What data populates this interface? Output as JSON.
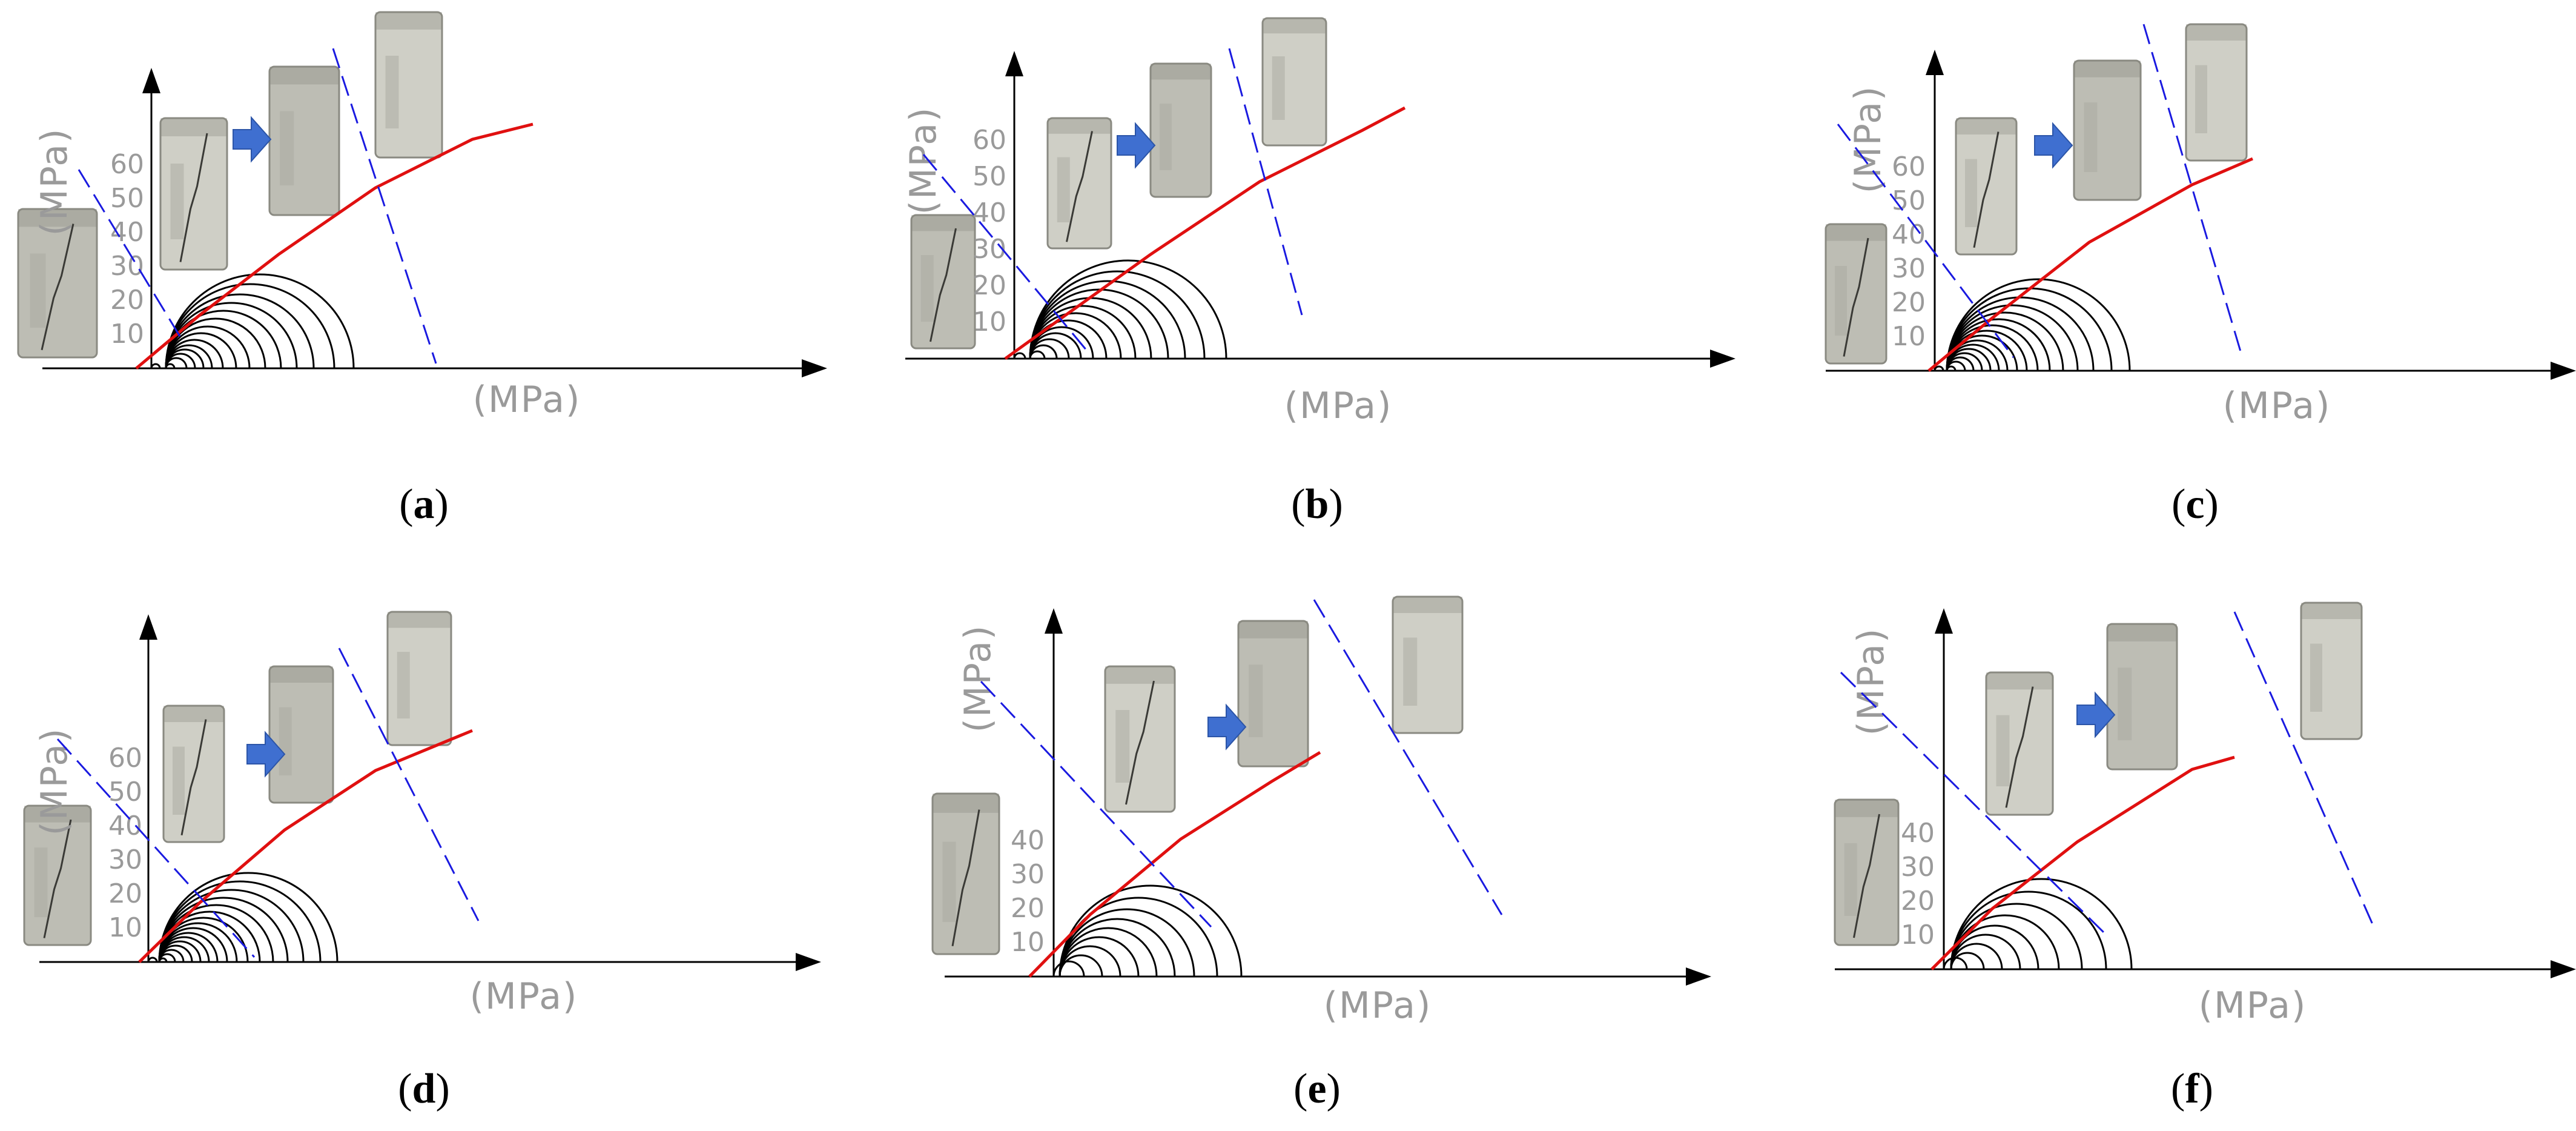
{
  "panels": [
    {
      "id": "a",
      "caption_letter": "a",
      "y_axis_label": "(MPa)",
      "x_axis_label": "(MPa)",
      "y_ticks": [
        "10",
        "20",
        "30",
        "40",
        "50",
        "60"
      ],
      "circles": [
        [
          0,
          14
        ],
        [
          24,
          38
        ],
        [
          24,
          58
        ],
        [
          24,
          72
        ],
        [
          24,
          86
        ],
        [
          24,
          100
        ],
        [
          24,
          118
        ],
        [
          24,
          140
        ],
        [
          24,
          162
        ],
        [
          24,
          188
        ],
        [
          24,
          214
        ],
        [
          24,
          240
        ],
        [
          24,
          268
        ],
        [
          24,
          302
        ],
        [
          24,
          334
        ]
      ]
    },
    {
      "id": "b",
      "caption_letter": "b",
      "y_axis_label": "(MPa)",
      "x_axis_label": "(MPa)",
      "y_ticks": [
        "10",
        "20",
        "30",
        "40",
        "50",
        "60"
      ],
      "circles": [
        [
          0,
          18
        ],
        [
          26,
          50
        ],
        [
          26,
          70
        ],
        [
          26,
          90
        ],
        [
          26,
          110
        ],
        [
          26,
          130
        ],
        [
          26,
          152
        ],
        [
          26,
          176
        ],
        [
          26,
          200
        ],
        [
          26,
          226
        ],
        [
          26,
          254
        ],
        [
          26,
          282
        ],
        [
          26,
          314
        ],
        [
          26,
          350
        ]
      ]
    },
    {
      "id": "c",
      "caption_letter": "c",
      "y_axis_label": "(MPa)",
      "x_axis_label": "(MPa)",
      "y_ticks": [
        "10",
        "20",
        "30",
        "40",
        "50",
        "60"
      ],
      "circles": [
        [
          0,
          14
        ],
        [
          20,
          34
        ],
        [
          20,
          50
        ],
        [
          20,
          64
        ],
        [
          20,
          78
        ],
        [
          20,
          92
        ],
        [
          20,
          106
        ],
        [
          20,
          120
        ],
        [
          20,
          136
        ],
        [
          20,
          152
        ],
        [
          20,
          170
        ],
        [
          20,
          190
        ],
        [
          20,
          212
        ],
        [
          20,
          236
        ],
        [
          20,
          262
        ],
        [
          20,
          292
        ],
        [
          20,
          322
        ]
      ]
    },
    {
      "id": "d",
      "caption_letter": "d",
      "y_axis_label": "(MPa)",
      "x_axis_label": "(MPa)",
      "y_ticks": [
        "10",
        "20",
        "30",
        "40",
        "50",
        "60"
      ],
      "circles": [
        [
          0,
          14
        ],
        [
          18,
          30
        ],
        [
          18,
          44
        ],
        [
          18,
          58
        ],
        [
          18,
          72
        ],
        [
          18,
          86
        ],
        [
          18,
          100
        ],
        [
          18,
          114
        ],
        [
          18,
          130
        ],
        [
          18,
          146
        ],
        [
          18,
          164
        ],
        [
          18,
          184
        ],
        [
          18,
          206
        ],
        [
          18,
          230
        ],
        [
          18,
          256
        ],
        [
          18,
          284
        ],
        [
          18,
          312
        ]
      ]
    },
    {
      "id": "e",
      "caption_letter": "e",
      "y_axis_label": "(MPa)",
      "x_axis_label": "(MPa)",
      "y_ticks": [
        "10",
        "20",
        "30",
        "40"
      ],
      "circles": [
        [
          0,
          50
        ],
        [
          10,
          80
        ],
        [
          10,
          110
        ],
        [
          10,
          140
        ],
        [
          10,
          170
        ],
        [
          10,
          200
        ],
        [
          10,
          232
        ],
        [
          10,
          270
        ],
        [
          10,
          310
        ]
      ]
    },
    {
      "id": "f",
      "caption_letter": "f",
      "y_axis_label": "(MPa)",
      "x_axis_label": "(MPa)",
      "y_ticks": [
        "10",
        "20",
        "30",
        "40"
      ],
      "circles": [
        [
          0,
          38
        ],
        [
          12,
          66
        ],
        [
          12,
          96
        ],
        [
          12,
          126
        ],
        [
          12,
          156
        ],
        [
          12,
          190
        ],
        [
          12,
          228
        ],
        [
          12,
          268
        ],
        [
          12,
          310
        ]
      ]
    }
  ],
  "colors": {
    "circle": "#000000",
    "envelope": "#e01010",
    "failure_line": "#1a1ae0",
    "arrow": "#3f6fd0",
    "axis": "#000000",
    "specimen_light": "#cfcfc6",
    "specimen_dark": "#8a8a82",
    "crack": "#3a3a36"
  },
  "icons": {
    "direction_arrow": "right-block-arrow-icon",
    "specimen": "concrete-cylinder-specimen"
  }
}
